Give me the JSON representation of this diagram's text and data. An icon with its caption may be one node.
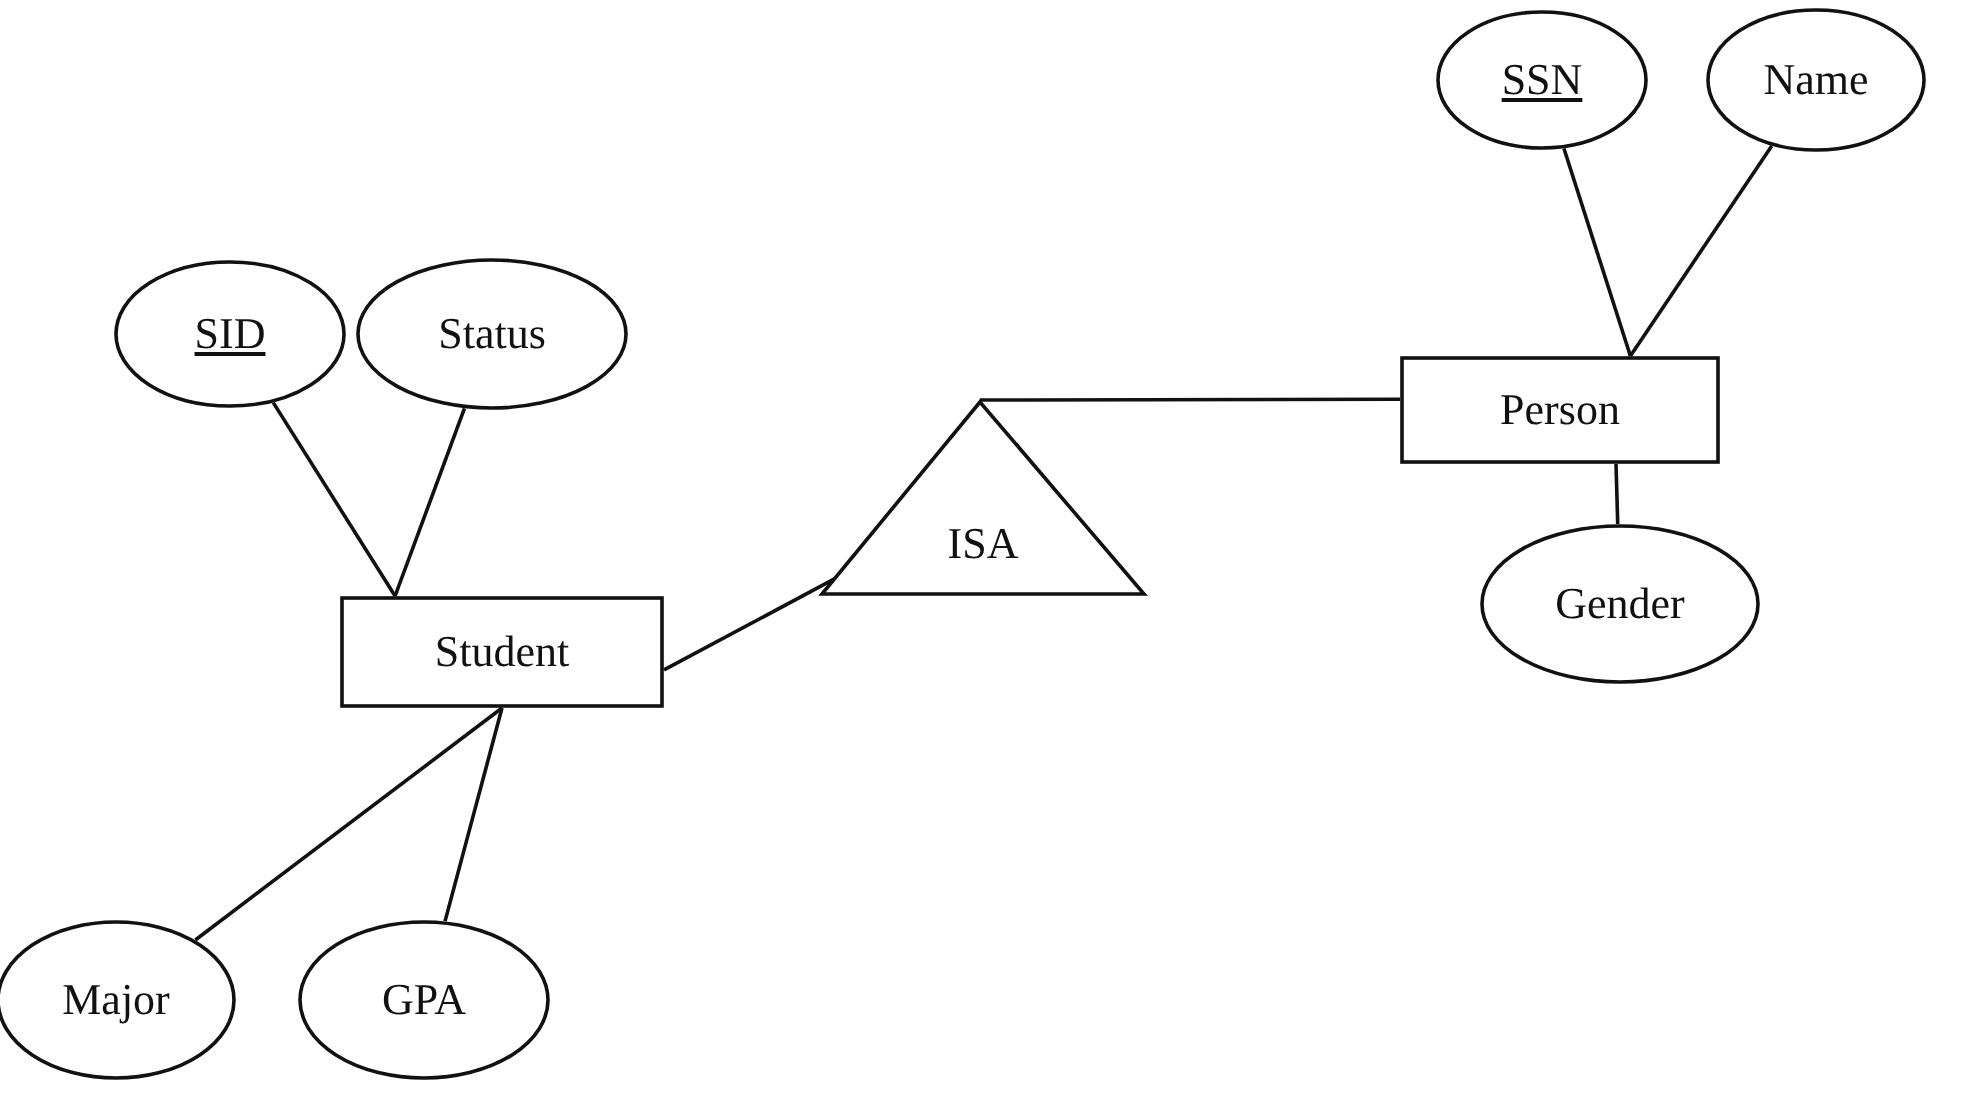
{
  "diagram": {
    "nodes": [
      {
        "text": [
          "SSN"
        ]
      },
      {
        "text": [
          "Name"
        ]
      },
      {
        "text": [
          "Person"
        ]
      },
      {
        "text": [
          "Gender"
        ]
      },
      {
        "text": [
          "SID"
        ]
      },
      {
        "text": [
          "Status"
        ]
      },
      {
        "text": [
          "Student"
        ]
      },
      {
        "text": [
          "Major"
        ]
      },
      {
        "text": [
          "GPA"
        ]
      },
      {
        "text": [
          "ISA"
        ]
      }
    ],
    "edges": [
      {
        "from": 0,
        "to": 2,
        "arrow": "none"
      },
      {
        "from": 1,
        "to": 2,
        "arrow": "none"
      },
      {
        "from": 2,
        "to": 3,
        "arrow": "none"
      },
      {
        "from": 4,
        "to": 6,
        "arrow": "none"
      },
      {
        "from": 5,
        "to": 6,
        "arrow": "none"
      },
      {
        "from": 6,
        "to": 7,
        "arrow": "none"
      },
      {
        "from": 6,
        "to": 8,
        "arrow": "none"
      },
      {
        "from": 6,
        "to": 9,
        "arrow": "none"
      },
      {
        "from": 9,
        "to": 2,
        "arrow": "none"
      }
    ]
  }
}
